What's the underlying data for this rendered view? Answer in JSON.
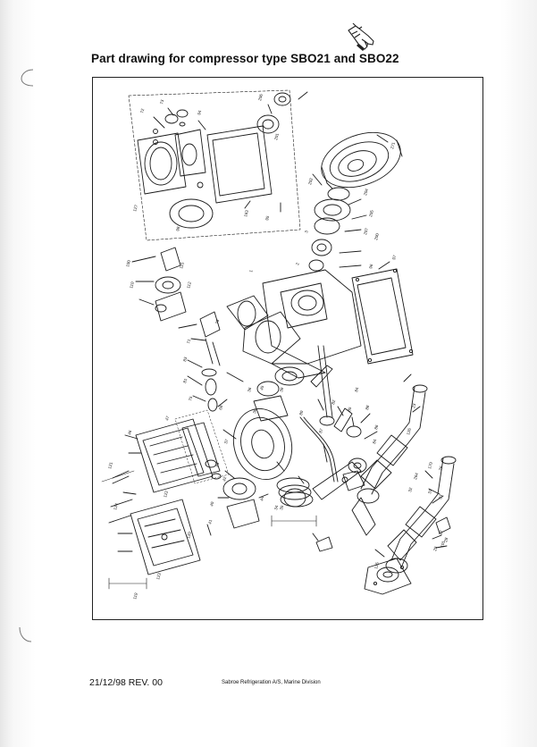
{
  "header": {
    "title": "Part drawing for compressor type SBO21 and SBO22"
  },
  "footer": {
    "date_rev": "21/12/98  REV. 00",
    "company": "Sabroe Refrigeration A/S, Marine Division"
  },
  "icons": {
    "pointing_hand": "pointing-hand-icon",
    "punch_hole": "punch-hole-mark"
  },
  "drawing": {
    "part_numbers": [
      "72",
      "73",
      "94",
      "206",
      "201",
      "127",
      "163",
      "95",
      "98",
      "271",
      "202",
      "204",
      "205",
      "207",
      "200",
      "97",
      "96",
      "100",
      "110",
      "112",
      "115",
      "79",
      "71",
      "83",
      "81",
      "75",
      "69",
      "80",
      "87",
      "82",
      "85",
      "84",
      "88",
      "86",
      "84",
      "34",
      "35",
      "36",
      "37",
      "38",
      "39",
      "40",
      "41",
      "42",
      "43",
      "44",
      "45",
      "46",
      "47",
      "121",
      "119",
      "120",
      "122",
      "123",
      "124",
      "126",
      "125",
      "101",
      "170",
      "22",
      "23",
      "26",
      "28",
      "29",
      "31",
      "32",
      "33",
      "264",
      "1",
      "2",
      "3"
    ]
  }
}
